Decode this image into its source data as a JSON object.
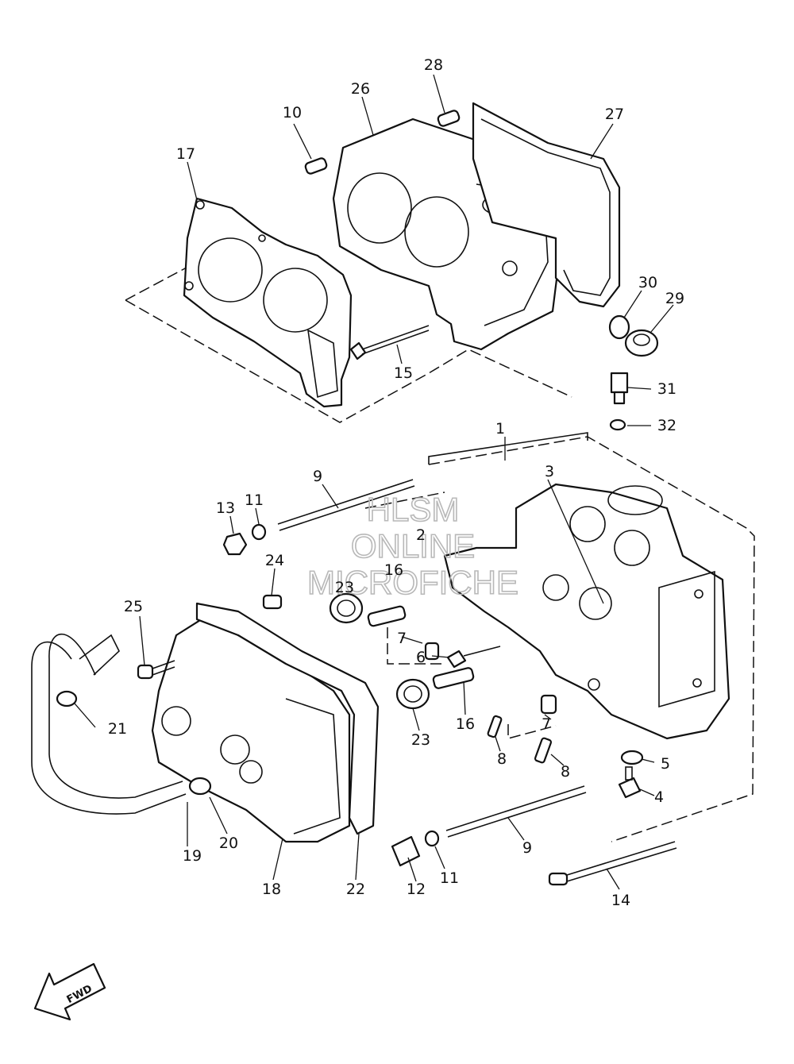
{
  "watermark": [
    "HLSM",
    "ONLINE",
    "MICROFICHE"
  ],
  "fwd_label": "FWD",
  "callouts": [
    {
      "id": "c1",
      "text": "1"
    },
    {
      "id": "c2",
      "text": "2"
    },
    {
      "id": "c3",
      "text": "3"
    },
    {
      "id": "c4",
      "text": "4"
    },
    {
      "id": "c5",
      "text": "5"
    },
    {
      "id": "c6",
      "text": "6"
    },
    {
      "id": "c7a",
      "text": "7"
    },
    {
      "id": "c7b",
      "text": "7"
    },
    {
      "id": "c8a",
      "text": "8"
    },
    {
      "id": "c8b",
      "text": "8"
    },
    {
      "id": "c9a",
      "text": "9"
    },
    {
      "id": "c9b",
      "text": "9"
    },
    {
      "id": "c10",
      "text": "10"
    },
    {
      "id": "c11a",
      "text": "11"
    },
    {
      "id": "c11b",
      "text": "11"
    },
    {
      "id": "c12",
      "text": "12"
    },
    {
      "id": "c13",
      "text": "13"
    },
    {
      "id": "c14",
      "text": "14"
    },
    {
      "id": "c15",
      "text": "15"
    },
    {
      "id": "c16a",
      "text": "16"
    },
    {
      "id": "c16b",
      "text": "16"
    },
    {
      "id": "c17",
      "text": "17"
    },
    {
      "id": "c18",
      "text": "18"
    },
    {
      "id": "c19",
      "text": "19"
    },
    {
      "id": "c20",
      "text": "20"
    },
    {
      "id": "c21",
      "text": "21"
    },
    {
      "id": "c22",
      "text": "22"
    },
    {
      "id": "c23a",
      "text": "23"
    },
    {
      "id": "c23b",
      "text": "23"
    },
    {
      "id": "c24",
      "text": "24"
    },
    {
      "id": "c25",
      "text": "25"
    },
    {
      "id": "c26",
      "text": "26"
    },
    {
      "id": "c27",
      "text": "27"
    },
    {
      "id": "c28",
      "text": "28"
    },
    {
      "id": "c29",
      "text": "29"
    },
    {
      "id": "c30",
      "text": "30"
    },
    {
      "id": "c31",
      "text": "31"
    },
    {
      "id": "c32",
      "text": "32"
    }
  ]
}
